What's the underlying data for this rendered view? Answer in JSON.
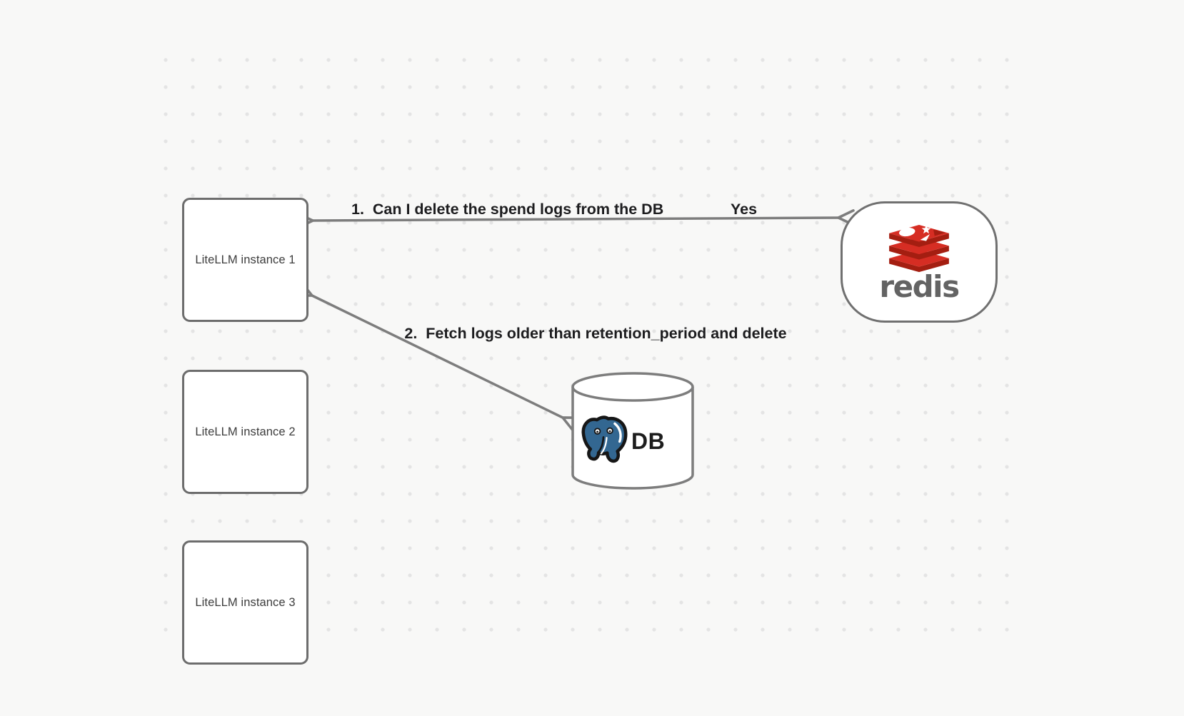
{
  "canvas": {
    "background": "#f8f8f7",
    "grid_dot_color": "#e4e4e4"
  },
  "nodes": {
    "instance1": {
      "label": "LiteLLM instance 1"
    },
    "instance2": {
      "label": "LiteLLM instance 2"
    },
    "instance3": {
      "label": "LiteLLM instance 3"
    },
    "redis": {
      "wordmark": "redis",
      "icon": "redis-cube-icon"
    },
    "db": {
      "label": "DB",
      "icon": "postgresql-elephant-icon"
    }
  },
  "edges": {
    "redis_query": {
      "label": "1.  Can I delete the spend logs from the DB",
      "reply": "Yes",
      "from": "LiteLLM instance 1",
      "to": "redis",
      "heads": "both"
    },
    "db_fetch": {
      "label": "2.  Fetch logs older than retention_period and delete",
      "from": "LiteLLM instance 1",
      "to": "DB",
      "heads": "both"
    }
  },
  "colors": {
    "arrow": "#7d7d7d",
    "node_border": "#6d6d6d",
    "cylinder_border": "#7d7d7d",
    "edge_label_text": "#1d1d1f",
    "node_label_text": "#3c3c3c",
    "redis_red": "#d62d23",
    "redis_red_dark": "#a41e11",
    "redis_wordmark_gray": "#636363",
    "postgres_blue": "#336791",
    "db_text": "#1d1d1d"
  }
}
